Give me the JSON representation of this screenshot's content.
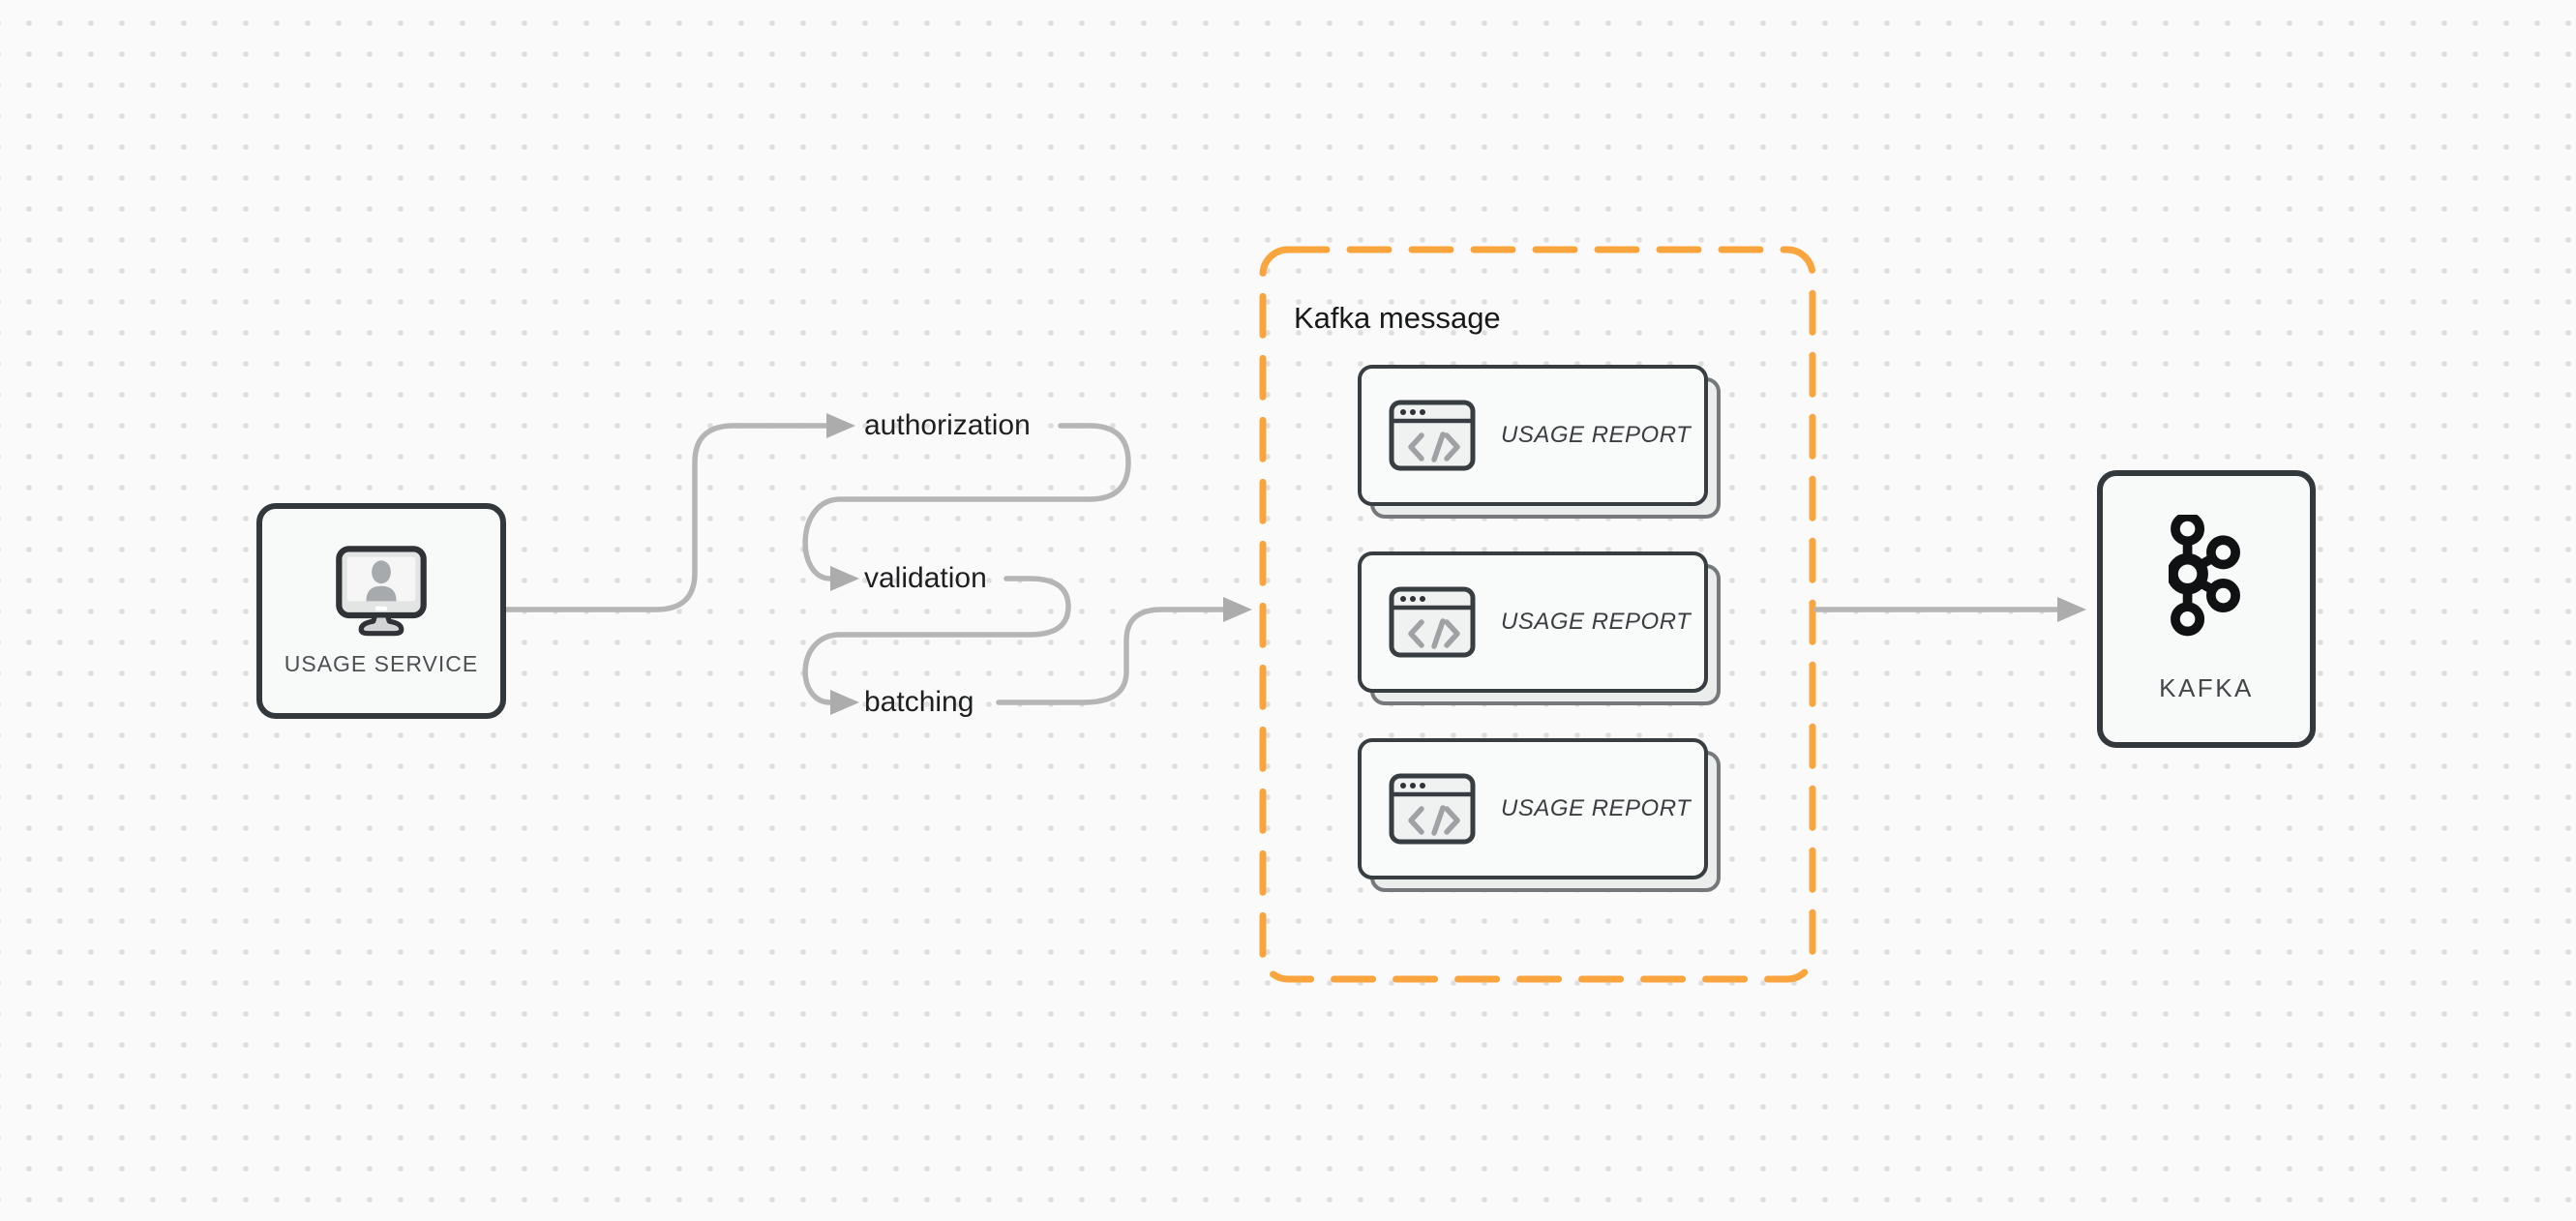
{
  "canvas": {
    "background_color": "#fafafa",
    "dot_color": "#dedede"
  },
  "colors": {
    "connector_gray": "#b5b5b5",
    "arrowhead_gray": "#acacac",
    "node_border_dark": "#33383c",
    "node_fill": "#f8f9f9",
    "accent_orange": "#f9a43c",
    "text_dark": "#1d1f21",
    "text_muted": "#4c5053"
  },
  "usage_service": {
    "label": "USAGE SERVICE",
    "icon": "monitor-user-icon"
  },
  "pipeline": {
    "steps": [
      {
        "label": "authorization"
      },
      {
        "label": "validation"
      },
      {
        "label": "batching"
      }
    ]
  },
  "kafka_message_group": {
    "title": "Kafka message",
    "border_style": "orange-dashed",
    "cards": [
      {
        "icon": "code-window-icon",
        "label": "USAGE REPORT"
      },
      {
        "icon": "code-window-icon",
        "label": "USAGE REPORT"
      },
      {
        "icon": "code-window-icon",
        "label": "USAGE REPORT"
      }
    ]
  },
  "kafka": {
    "label": "KAFKA",
    "icon": "kafka-logo-icon"
  }
}
